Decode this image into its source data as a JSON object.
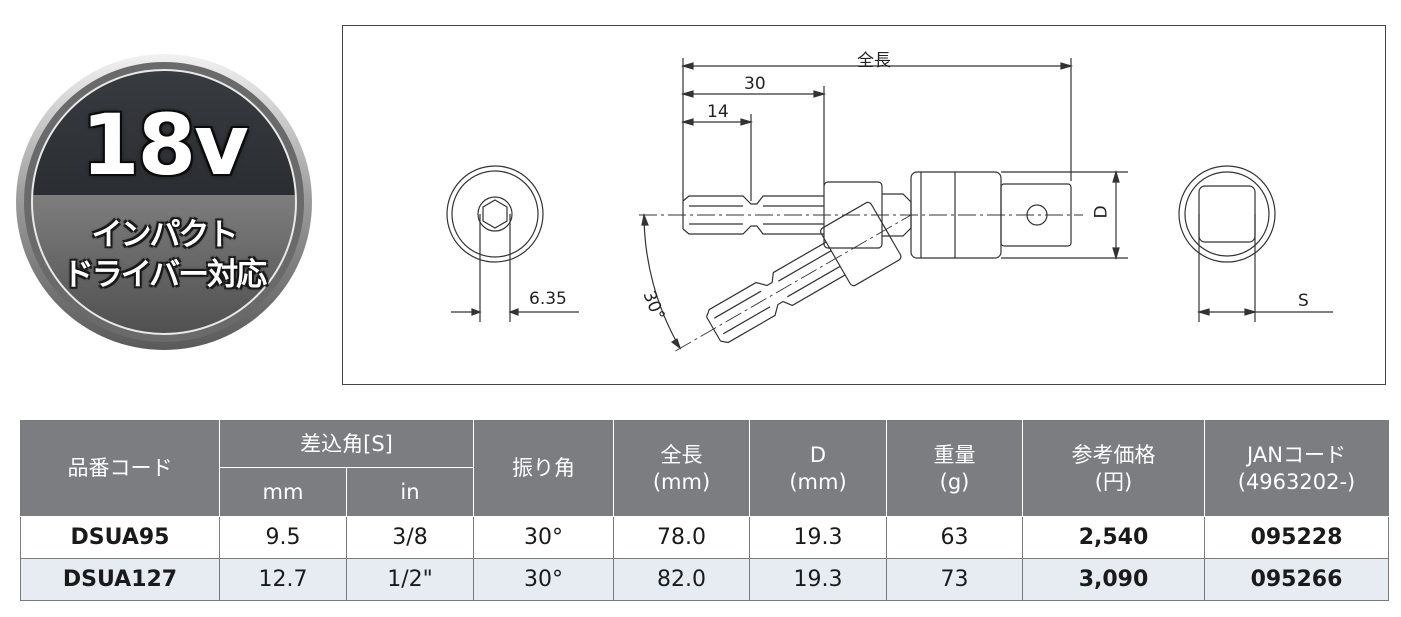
{
  "badge": {
    "voltage": "18v",
    "line1": "インパクト",
    "line2": "ドライバー対応"
  },
  "drawing": {
    "dimensions": {
      "overall": "全長",
      "d30": "30",
      "d14": "14",
      "hex": "6.35",
      "angle": "30°",
      "diameter": "D",
      "square": "S"
    }
  },
  "table": {
    "headers": {
      "product_code": "品番コード",
      "square_drive": "差込角[S]",
      "mm": "mm",
      "in": "in",
      "swing_angle": "振り角",
      "length_l1": "全長",
      "length_l2": "(mm)",
      "d_l1": "D",
      "d_l2": "(mm)",
      "weight_l1": "重量",
      "weight_l2": "(g)",
      "price_l1": "参考価格",
      "price_l2": "(円)",
      "jan_l1": "JANコード",
      "jan_l2": "(4963202-)"
    },
    "rows": [
      {
        "code": "DSUA95",
        "mm": "9.5",
        "in": "3/8",
        "angle": "30°",
        "length": "78.0",
        "d": "19.3",
        "weight": "63",
        "price": "2,540",
        "jan": "095228"
      },
      {
        "code": "DSUA127",
        "mm": "12.7",
        "in": "1/2\"",
        "angle": "30°",
        "length": "82.0",
        "d": "19.3",
        "weight": "73",
        "price": "3,090",
        "jan": "095266"
      }
    ]
  }
}
